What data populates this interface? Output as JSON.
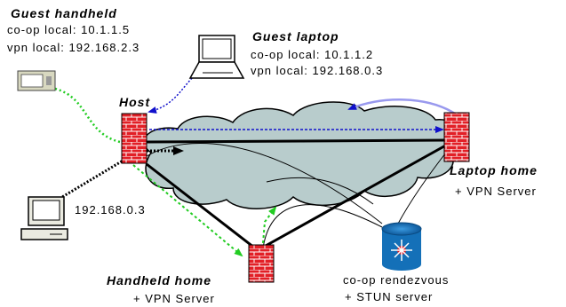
{
  "nodes": {
    "guest_handheld": {
      "title": "Guest handheld",
      "lines": [
        "co-op local: 10.1.1.5",
        "vpn local: 192.168.2.3"
      ]
    },
    "guest_laptop": {
      "title": "Guest laptop",
      "lines": [
        "co-op local: 10.1.1.2",
        "vpn local: 192.168.0.3"
      ]
    },
    "host": {
      "title": "Host"
    },
    "desktop": {
      "lines": [
        "192.168.0.3"
      ]
    },
    "laptop_home": {
      "title": "Laptop home",
      "lines": [
        "+ VPN Server"
      ]
    },
    "handheld_home": {
      "title": "Handheld home",
      "lines": [
        "+ VPN Server"
      ]
    },
    "rendezvous": {
      "lines": [
        "co-op rendezvous",
        "+ STUN server"
      ]
    }
  },
  "icons": {
    "firewall": "firewall-icon",
    "laptop": "laptop-icon",
    "handheld": "handheld-icon",
    "desktop": "desktop-computer-icon",
    "router": "router-icon",
    "cloud": "internet-cloud"
  },
  "colors": {
    "firewall_brick": "#e21f26",
    "cloud_fill": "#b8cccc",
    "green_link": "#22cc22",
    "blue_link": "#1010cc",
    "blue_arc": "#9999ee",
    "router_blue": "#1470b8"
  }
}
